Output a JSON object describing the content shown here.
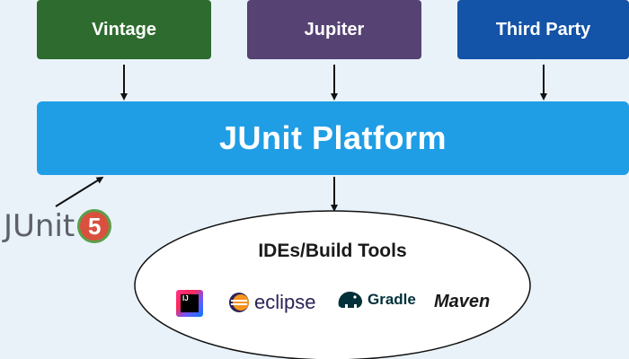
{
  "layers": {
    "vintage": "Vintage",
    "jupiter": "Jupiter",
    "third_party": "Third Party"
  },
  "platform": "JUnit Platform",
  "logo": {
    "text": "JUnit",
    "badge": "5"
  },
  "tools": {
    "title": "IDEs/Build Tools",
    "intellij_label": "IJ",
    "eclipse": "eclipse",
    "gradle": "Gradle",
    "maven": "Maven"
  },
  "colors": {
    "vintage": "#2e6b2e",
    "jupiter": "#564273",
    "third_party": "#1353a8",
    "platform": "#1f9ee6",
    "background": "#e9f2f9"
  }
}
